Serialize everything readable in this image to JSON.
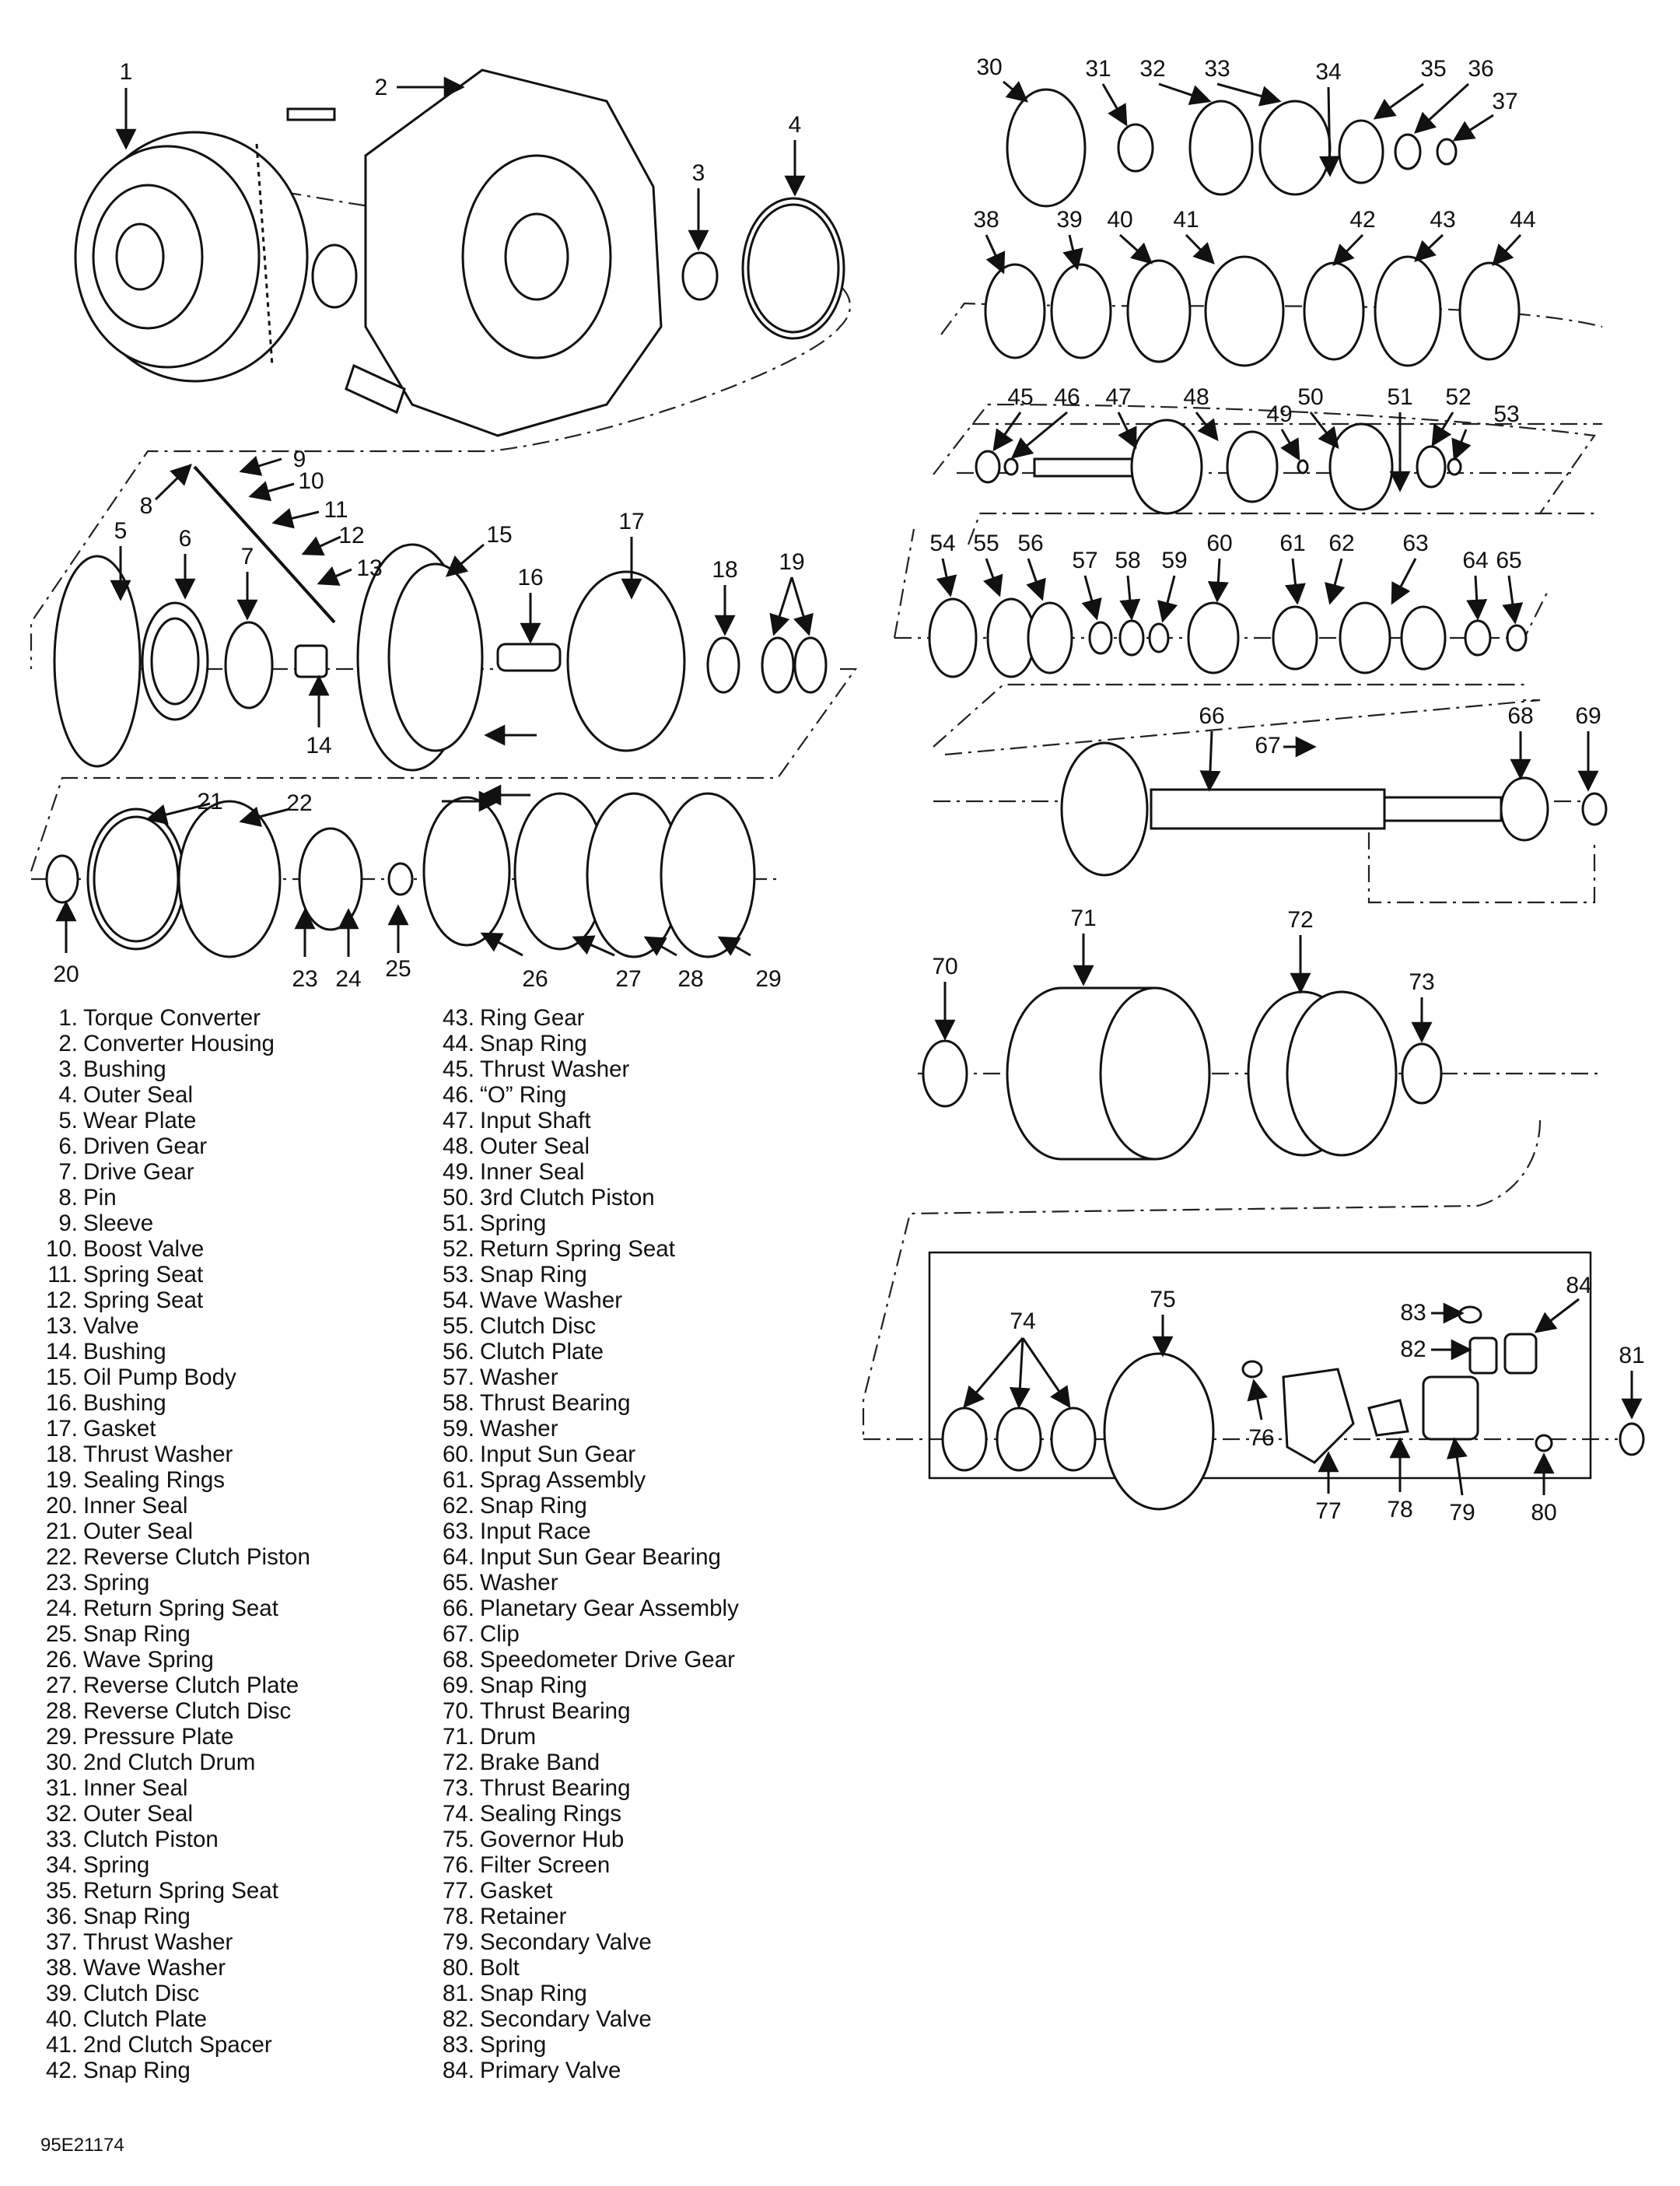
{
  "figure_code": "95E21174",
  "callouts": [
    "1",
    "2",
    "3",
    "4",
    "5",
    "6",
    "7",
    "8",
    "9",
    "10",
    "11",
    "12",
    "13",
    "14",
    "15",
    "16",
    "17",
    "18",
    "19",
    "20",
    "21",
    "22",
    "23",
    "24",
    "25",
    "26",
    "27",
    "28",
    "29",
    "30",
    "31",
    "32",
    "33",
    "34",
    "35",
    "36",
    "37",
    "38",
    "39",
    "40",
    "41",
    "42",
    "43",
    "44",
    "45",
    "46",
    "47",
    "48",
    "49",
    "50",
    "51",
    "52",
    "53",
    "54",
    "55",
    "56",
    "57",
    "58",
    "59",
    "60",
    "61",
    "62",
    "63",
    "64",
    "65",
    "66",
    "67",
    "68",
    "69",
    "70",
    "71",
    "72",
    "73",
    "74",
    "75",
    "76",
    "77",
    "78",
    "79",
    "80",
    "81",
    "82",
    "83",
    "84"
  ],
  "legend_col1": [
    {
      "num": "1.",
      "label": "Torque Converter"
    },
    {
      "num": "2.",
      "label": "Converter Housing"
    },
    {
      "num": "3.",
      "label": "Bushing"
    },
    {
      "num": "4.",
      "label": "Outer Seal"
    },
    {
      "num": "5.",
      "label": "Wear Plate"
    },
    {
      "num": "6.",
      "label": "Driven Gear"
    },
    {
      "num": "7.",
      "label": "Drive Gear"
    },
    {
      "num": "8.",
      "label": "Pin"
    },
    {
      "num": "9.",
      "label": "Sleeve"
    },
    {
      "num": "10.",
      "label": "Boost Valve"
    },
    {
      "num": "11.",
      "label": "Spring Seat"
    },
    {
      "num": "12.",
      "label": "Spring Seat"
    },
    {
      "num": "13.",
      "label": "Valve"
    },
    {
      "num": "14.",
      "label": "Bushing"
    },
    {
      "num": "15.",
      "label": "Oil Pump Body"
    },
    {
      "num": "16.",
      "label": "Bushing"
    },
    {
      "num": "17.",
      "label": "Gasket"
    },
    {
      "num": "18.",
      "label": "Thrust Washer"
    },
    {
      "num": "19.",
      "label": "Sealing Rings"
    },
    {
      "num": "20.",
      "label": "Inner Seal"
    },
    {
      "num": "21.",
      "label": "Outer Seal"
    },
    {
      "num": "22.",
      "label": "Reverse Clutch Piston"
    },
    {
      "num": "23.",
      "label": "Spring"
    },
    {
      "num": "24.",
      "label": "Return Spring Seat"
    },
    {
      "num": "25.",
      "label": "Snap Ring"
    },
    {
      "num": "26.",
      "label": "Wave Spring"
    },
    {
      "num": "27.",
      "label": "Reverse Clutch Plate"
    },
    {
      "num": "28.",
      "label": "Reverse Clutch Disc"
    },
    {
      "num": "29.",
      "label": "Pressure Plate"
    },
    {
      "num": "30.",
      "label": "2nd Clutch Drum"
    },
    {
      "num": "31.",
      "label": "Inner Seal"
    },
    {
      "num": "32.",
      "label": "Outer Seal"
    },
    {
      "num": "33.",
      "label": "Clutch Piston"
    },
    {
      "num": "34.",
      "label": "Spring"
    },
    {
      "num": "35.",
      "label": "Return Spring Seat"
    },
    {
      "num": "36.",
      "label": "Snap Ring"
    },
    {
      "num": "37.",
      "label": "Thrust Washer"
    },
    {
      "num": "38.",
      "label": "Wave Washer"
    },
    {
      "num": "39.",
      "label": "Clutch Disc"
    },
    {
      "num": "40.",
      "label": "Clutch Plate"
    },
    {
      "num": "41.",
      "label": "2nd Clutch Spacer"
    },
    {
      "num": "42.",
      "label": "Snap Ring"
    }
  ],
  "legend_col2": [
    {
      "num": "43.",
      "label": "Ring Gear"
    },
    {
      "num": "44.",
      "label": "Snap Ring"
    },
    {
      "num": "45.",
      "label": "Thrust Washer"
    },
    {
      "num": "46.",
      "label": "“O” Ring"
    },
    {
      "num": "47.",
      "label": "Input Shaft"
    },
    {
      "num": "48.",
      "label": "Outer Seal"
    },
    {
      "num": "49.",
      "label": "Inner Seal"
    },
    {
      "num": "50.",
      "label": "3rd Clutch Piston"
    },
    {
      "num": "51.",
      "label": "Spring"
    },
    {
      "num": "52.",
      "label": "Return Spring Seat"
    },
    {
      "num": "53.",
      "label": "Snap Ring"
    },
    {
      "num": "54.",
      "label": "Wave Washer"
    },
    {
      "num": "55.",
      "label": "Clutch Disc"
    },
    {
      "num": "56.",
      "label": "Clutch Plate"
    },
    {
      "num": "57.",
      "label": "Washer"
    },
    {
      "num": "58.",
      "label": "Thrust Bearing"
    },
    {
      "num": "59.",
      "label": "Washer"
    },
    {
      "num": "60.",
      "label": "Input Sun Gear"
    },
    {
      "num": "61.",
      "label": "Sprag Assembly"
    },
    {
      "num": "62.",
      "label": "Snap Ring"
    },
    {
      "num": "63.",
      "label": "Input Race"
    },
    {
      "num": "64.",
      "label": "Input Sun Gear Bearing"
    },
    {
      "num": "65.",
      "label": "Washer"
    },
    {
      "num": "66.",
      "label": "Planetary Gear Assembly"
    },
    {
      "num": "67.",
      "label": "Clip"
    },
    {
      "num": "68.",
      "label": "Speedometer Drive Gear"
    },
    {
      "num": "69.",
      "label": "Snap Ring"
    },
    {
      "num": "70.",
      "label": "Thrust Bearing"
    },
    {
      "num": "71.",
      "label": "Drum"
    },
    {
      "num": "72.",
      "label": "Brake Band"
    },
    {
      "num": "73.",
      "label": "Thrust Bearing"
    },
    {
      "num": "74.",
      "label": "Sealing Rings"
    },
    {
      "num": "75.",
      "label": "Governor Hub"
    },
    {
      "num": "76.",
      "label": "Filter Screen"
    },
    {
      "num": "77.",
      "label": "Gasket"
    },
    {
      "num": "78.",
      "label": "Retainer"
    },
    {
      "num": "79.",
      "label": "Secondary Valve"
    },
    {
      "num": "80.",
      "label": "Bolt"
    },
    {
      "num": "81.",
      "label": "Snap Ring"
    },
    {
      "num": "82.",
      "label": "Secondary Valve"
    },
    {
      "num": "83.",
      "label": "Spring"
    },
    {
      "num": "84.",
      "label": "Primary Valve"
    }
  ]
}
